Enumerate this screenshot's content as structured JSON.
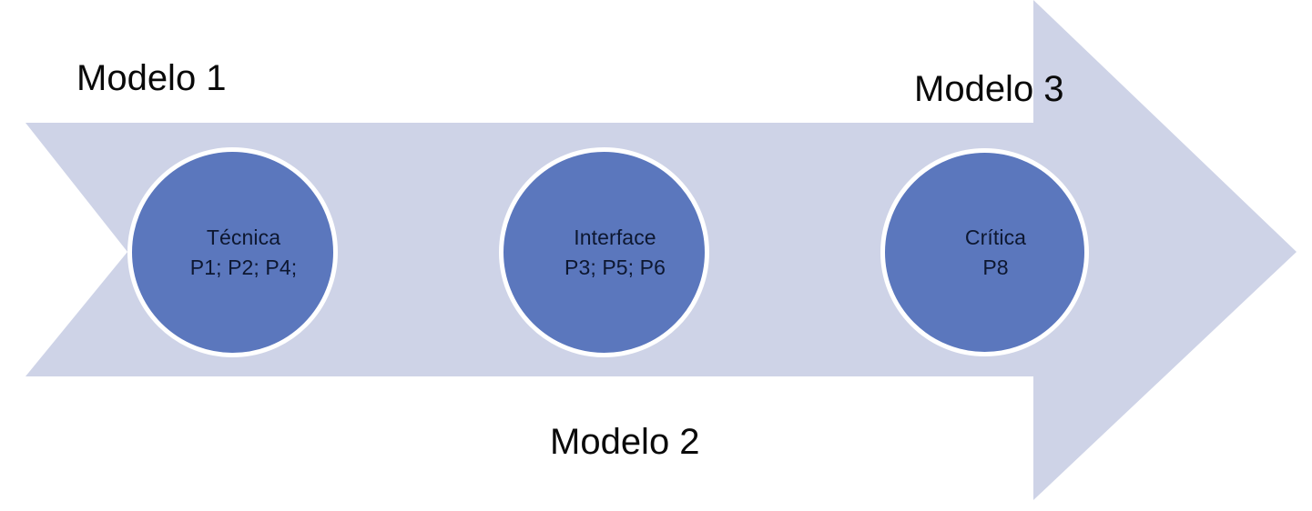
{
  "diagram": {
    "type": "process-arrow",
    "arrow": {
      "direction": "right",
      "fill_color": "#ced3e7",
      "icon_name": "right-chevron-arrow"
    },
    "stages": [
      {
        "title": "Técnica",
        "codes": "P1; P2; P4;",
        "fill_color": "#5b77bd",
        "ring_color": "#ffffff"
      },
      {
        "title": "Interface",
        "codes": "P3; P5; P6",
        "fill_color": "#5b77bd",
        "ring_color": "#ffffff"
      },
      {
        "title": "Crítica",
        "codes": "P8",
        "fill_color": "#5b77bd",
        "ring_color": "#ffffff"
      }
    ],
    "model_labels": [
      {
        "text": "Modelo 1",
        "position": "top-left"
      },
      {
        "text": "Modelo 2",
        "position": "bottom-center"
      },
      {
        "text": "Modelo 3",
        "position": "top-right"
      }
    ],
    "text_color": "#0a0a0a",
    "node_text_color": "#0d1730"
  }
}
